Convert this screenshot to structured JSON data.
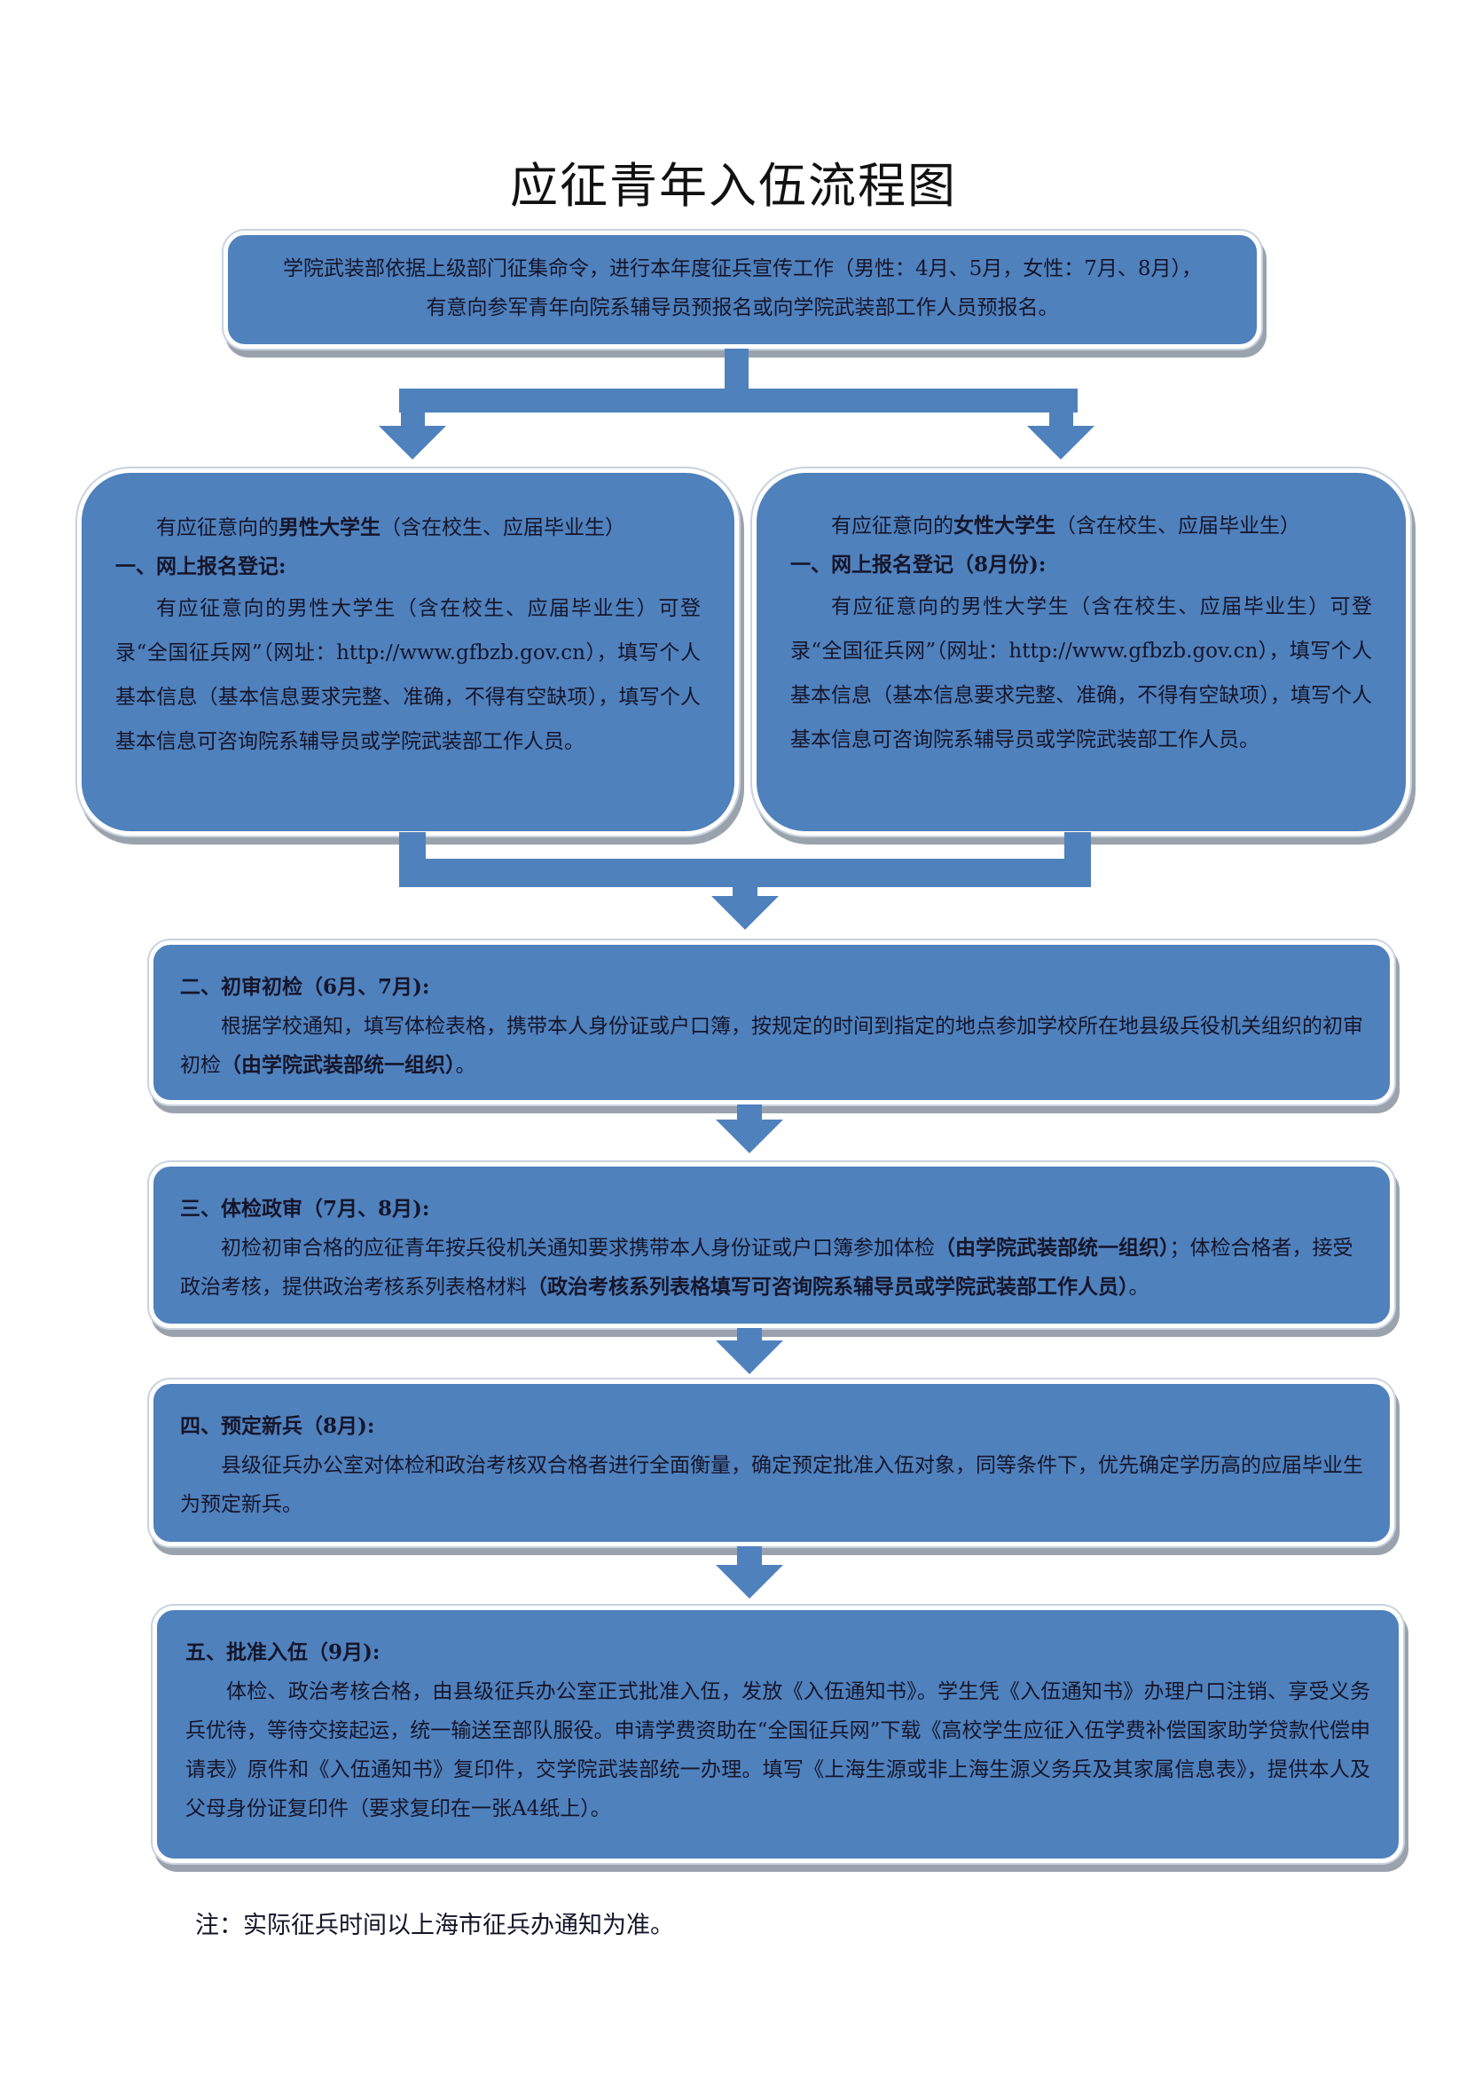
{
  "title": "应征青年入伍流程图",
  "intro": {
    "line1": "学院武装部依据上级部门征集命令，进行本年度征兵宣传工作（男性：4月、5月，女性：7月、8月），",
    "line2": "有意向参军青年向院系辅导员预报名或向学院武装部工作人员预报名。"
  },
  "male": {
    "lead_pre": "有应征意向的",
    "lead_bold": "男性大学生",
    "lead_post": "（含在校生、应届毕业生）",
    "heading": "一、网上报名登记:",
    "body": "有应征意向的男性大学生（含在校生、应届毕业生）可登录“全国征兵网”（网址：http://www.gfbzb.gov.cn），填写个人基本信息（基本信息要求完整、准确，不得有空缺项），填写个人基本信息可咨询院系辅导员或学院武装部工作人员。"
  },
  "female": {
    "lead_pre": "有应征意向的",
    "lead_bold": "女性大学生",
    "lead_post": "（含在校生、应届毕业生）",
    "heading": "一、网上报名登记（8月份):",
    "body": "有应征意向的男性大学生（含在校生、应届毕业生）可登录“全国征兵网”（网址：http://www.gfbzb.gov.cn），填写个人基本信息（基本信息要求完整、准确，不得有空缺项），填写个人基本信息可咨询院系辅导员或学院武装部工作人员。"
  },
  "step2": {
    "heading": "二、初审初检（6月、7月):",
    "body": "根据学校通知，填写体检表格，携带本人身份证或户口簿，按规定的时间到指定的地点参加学校所在地县级兵役机关组织的初审初检",
    "bold": "（由学院武装部统一组织）",
    "end": "。"
  },
  "step3": {
    "heading": "三、体检政审（7月、8月):",
    "body1": "初检初审合格的应征青年按兵役机关通知要求携带本人身份证或户口簿参加体检",
    "bold1": "（由学院武装部统一组织）",
    "body2": "；体检合格者，接受政治考核，提供政治考核系列表格材料",
    "bold2": "（政治考核系列表格填写可咨询院系辅导员或学院武装部工作人员）",
    "end": "。"
  },
  "step4": {
    "heading": "四、预定新兵（8月):",
    "body": "县级征兵办公室对体检和政治考核双合格者进行全面衡量，确定预定批准入伍对象，同等条件下，优先确定学历高的应届毕业生为预定新兵。"
  },
  "step5": {
    "heading": "五、批准入伍（9月):",
    "body": "体检、政治考核合格，由县级征兵办公室正式批准入伍，发放《入伍通知书》。学生凭《入伍通知书》办理户口注销、享受义务兵优待，等待交接起运，统一输送至部队服役。申请学费资助在“全国征兵网”下载《高校学生应征入伍学费补偿国家助学贷款代偿申请表》原件和《入伍通知书》复印件，交学院武装部统一办理。填写《上海生源或非上海生源义务兵及其家属信息表》，提供本人及父母身份证复印件（要求复印在一张A4纸上）。"
  },
  "note": "注：实际征兵时间以上海市征兵办通知为准。",
  "colors": {
    "box": "#4f81bd",
    "text": "#15152a"
  }
}
